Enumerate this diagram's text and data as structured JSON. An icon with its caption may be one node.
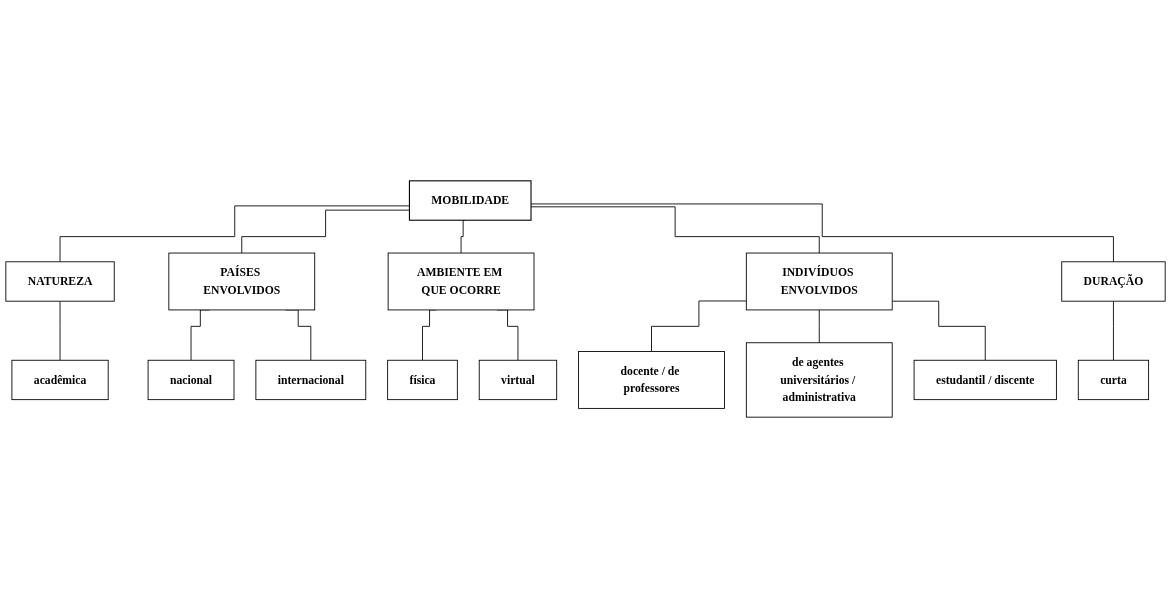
{
  "diagram": {
    "nodes": [
      {
        "text": [
          "MOBILIDADE"
        ]
      },
      {
        "text": [
          "NATUREZA"
        ]
      },
      {
        "text": [
          "PAÍSES ENVOLVIDOS"
        ]
      },
      {
        "text": [
          "AMBIENTE EM QUE OCORRE"
        ]
      },
      {
        "text": [
          "INDIVÍDUOS ENVOLVIDOS"
        ]
      },
      {
        "text": [
          "DURAÇÃO"
        ]
      },
      {
        "text": [
          "acadêmica"
        ]
      },
      {
        "text": [
          "nacional"
        ]
      },
      {
        "text": [
          "internacional"
        ]
      },
      {
        "text": [
          "física"
        ]
      },
      {
        "text": [
          "virtual"
        ]
      },
      {
        "text": [
          "docente / de professores"
        ]
      },
      {
        "text": [
          "de agentes universitários / administrativa"
        ]
      },
      {
        "text": [
          "estudantil / discente"
        ]
      },
      {
        "text": [
          "curta"
        ]
      }
    ],
    "edges": [
      {
        "from": 0,
        "to": 1,
        "arrow": "none"
      },
      {
        "from": 0,
        "to": 2,
        "arrow": "none"
      },
      {
        "from": 0,
        "to": 3,
        "arrow": "none"
      },
      {
        "from": 0,
        "to": 4,
        "arrow": "none"
      },
      {
        "from": 0,
        "to": 5,
        "arrow": "none"
      },
      {
        "from": 1,
        "to": 6,
        "arrow": "none"
      },
      {
        "from": 2,
        "to": 7,
        "arrow": "none"
      },
      {
        "from": 2,
        "to": 8,
        "arrow": "none"
      },
      {
        "from": 3,
        "to": 9,
        "arrow": "none"
      },
      {
        "from": 3,
        "to": 10,
        "arrow": "none"
      },
      {
        "from": 4,
        "to": 11,
        "arrow": "none"
      },
      {
        "from": 4,
        "to": 12,
        "arrow": "none"
      },
      {
        "from": 4,
        "to": 13,
        "arrow": "none"
      },
      {
        "from": 5,
        "to": 14,
        "arrow": "none"
      }
    ]
  }
}
